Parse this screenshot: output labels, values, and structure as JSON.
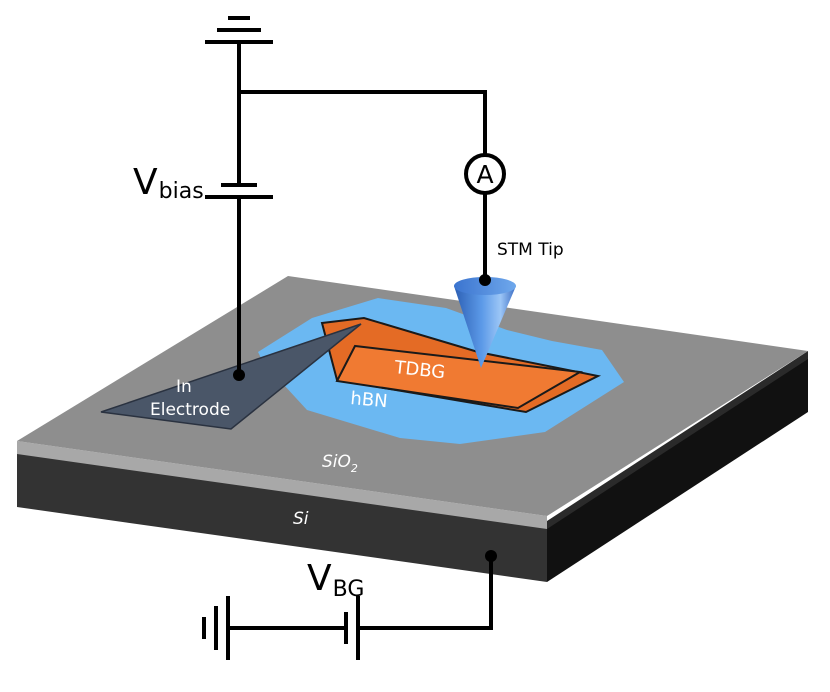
{
  "labels": {
    "vbias_main": "V",
    "vbias_sub": "bias",
    "ammeter": "A",
    "stm_tip": "STM Tip",
    "tdbg": "TDBG",
    "hbn": "hBN",
    "electrode_line1": "In",
    "electrode_line2": "Electrode",
    "sio2_main": "SiO",
    "sio2_sub": "2",
    "si": "Si",
    "vbg_main": "V",
    "vbg_sub": "BG"
  },
  "colors": {
    "sio2_top": "#8e8e8e",
    "sio2_edge": "#a6a6a6",
    "si_front": "#333333",
    "si_side": "#111111",
    "hbn": "#6bb8f2",
    "tdbg": "#f07a32",
    "electrode": "#4a5668",
    "tip": "#4a86d8",
    "wire": "#000000"
  }
}
